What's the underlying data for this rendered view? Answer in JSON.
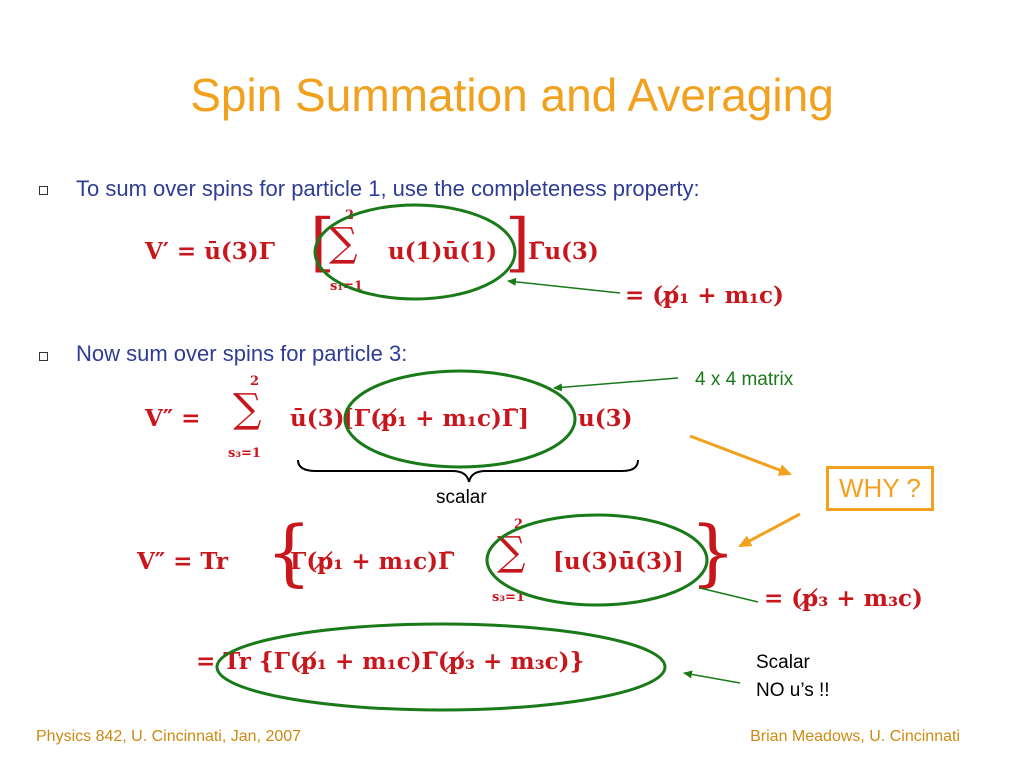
{
  "slide": {
    "title": "Spin Summation and Averaging",
    "bullets": [
      "To sum over spins for particle 1, use the completeness property:",
      "Now sum over spins for particle 3:"
    ],
    "annotations": {
      "matrix_note": "4 x 4 matrix",
      "scalar_brace_label": "scalar",
      "why_box": "WHY ?",
      "scalar_note_line1": "Scalar",
      "scalar_note_line2": "NO u’s !!"
    },
    "equations": {
      "eq1_lhs": "V′ = ū(3)Γ",
      "eq1_sum_top": "2",
      "eq1_sum_bottom": "s₁=1",
      "eq1_inner": "u(1)ū(1)",
      "eq1_rhs": "Γ̄u(3)",
      "eq1_result": "= (p̸₁ + m₁c)",
      "eq2_lhs": "V″ =",
      "eq2_sum_top": "2",
      "eq2_sum_bottom": "s₃=1",
      "eq2_u": "ū(3)",
      "eq2_inner": "[Γ(p̸₁ + m₁c)Γ̄]",
      "eq2_rhs": "u(3)",
      "eq3_lhs": "V″ = Tr",
      "eq3_gamma": "Γ(p̸₁ + m₁c)Γ̄",
      "eq3_sum_top": "2",
      "eq3_sum_bottom": "s₃=1",
      "eq3_inner": "[u(3)ū(3)]",
      "eq3_result": "= (p̸₃ + m₃c)",
      "eq4": "= Tr {Γ(p̸₁ + m₁c)Γ̄(p̸₃ + m₃c)}"
    },
    "footer": {
      "left": "Physics 842, U. Cincinnati, Jan, 2007",
      "right": "Brian Meadows, U. Cincinnati"
    },
    "colors": {
      "title": "#f2a11f",
      "bullet_text": "#2e3c96",
      "math": "#c8161d",
      "annotation_green": "#1a7a1a",
      "arrow_orange": "#f2a11f",
      "footer": "#cc8a12"
    }
  }
}
